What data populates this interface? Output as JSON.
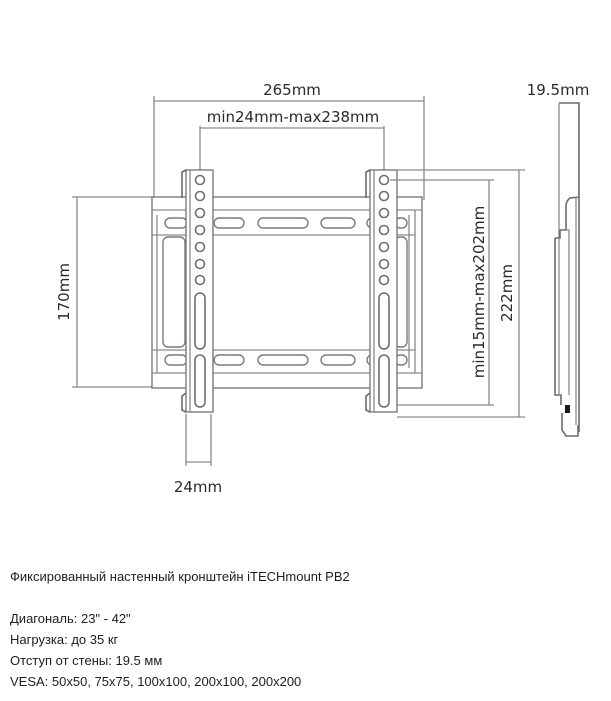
{
  "drawing": {
    "dimensions": {
      "overall_width": "265mm",
      "vesa_width_range": "min24mm-max238mm",
      "depth": "19.5mm",
      "frame_height": "170mm",
      "vesa_height_range": "min15mm-max202mm",
      "overall_height": "222mm",
      "arm_width": "24mm"
    },
    "colors": {
      "line": "#8a8a8a",
      "text": "#2a2a2a",
      "background": "#ffffff"
    }
  },
  "specs": {
    "title": "Фиксированный настенный кронштейн iTECHmount PB2",
    "items": [
      "Диагональ: 23\" - 42\"",
      "Нагрузка: до 35 кг",
      "Отступ от стены: 19.5 мм",
      "VESA: 50x50, 75x75, 100x100, 200x100, 200x200"
    ]
  }
}
